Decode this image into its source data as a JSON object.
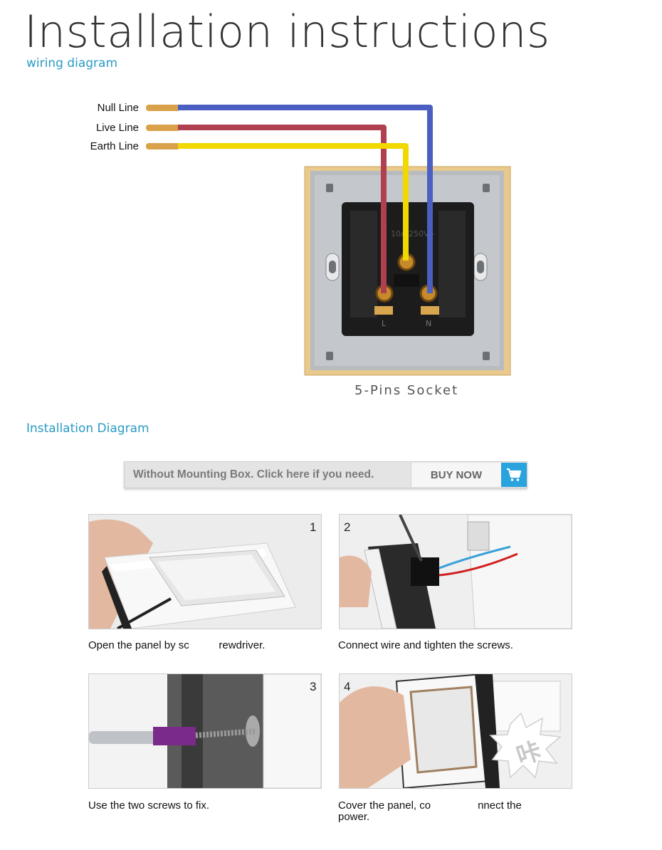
{
  "header": {
    "title": "Installation instructions",
    "subtitle": "wiring diagram"
  },
  "wiring": {
    "labels": [
      "Null Line",
      "Live Line",
      "Earth Line"
    ],
    "colors": {
      "null": "#4a5fc1",
      "live": "#b04050",
      "earth": "#f0d800",
      "copper": "#d9a14a"
    },
    "socket_caption": "5-Pins Socket",
    "socket_marks": {
      "left": "L",
      "right": "N",
      "rating": "10A 250V~"
    }
  },
  "installation": {
    "heading": "Installation Diagram",
    "banner": {
      "text": "Without Mounting Box. Click here if you need.",
      "button": "BUY NOW",
      "icon": "cart-icon",
      "accent": "#29a3de"
    }
  },
  "steps": [
    {
      "number": "1",
      "caption": "Open the panel by sc          rewdriver."
    },
    {
      "number": "2",
      "caption": "Connect wire and tighten the screws."
    },
    {
      "number": "3",
      "caption": "Use the two screws to fix."
    },
    {
      "number": "4",
      "caption_line1": "Cover the panel,  co",
      "caption_line1b": "nnect the",
      "caption_line2": "power.",
      "stamp_glyph": "咔"
    }
  ]
}
